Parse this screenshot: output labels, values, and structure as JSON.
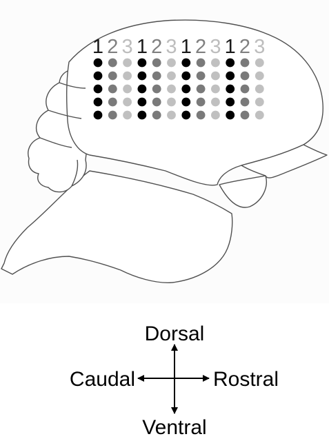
{
  "electrode_array": {
    "column_labels": [
      "1",
      "2",
      "3",
      "1",
      "2",
      "3",
      "1",
      "2",
      "3",
      "1",
      "2",
      "3"
    ],
    "rows": 5,
    "label_colors": [
      "#1a1a1a",
      "#808080",
      "#bdbdbd"
    ],
    "dot_colors": [
      "#000000",
      "#7a7a7a",
      "#c0c0c0"
    ]
  },
  "orientation": {
    "dorsal": "Dorsal",
    "ventral": "Ventral",
    "caudal": "Caudal",
    "rostral": "Rostral"
  }
}
